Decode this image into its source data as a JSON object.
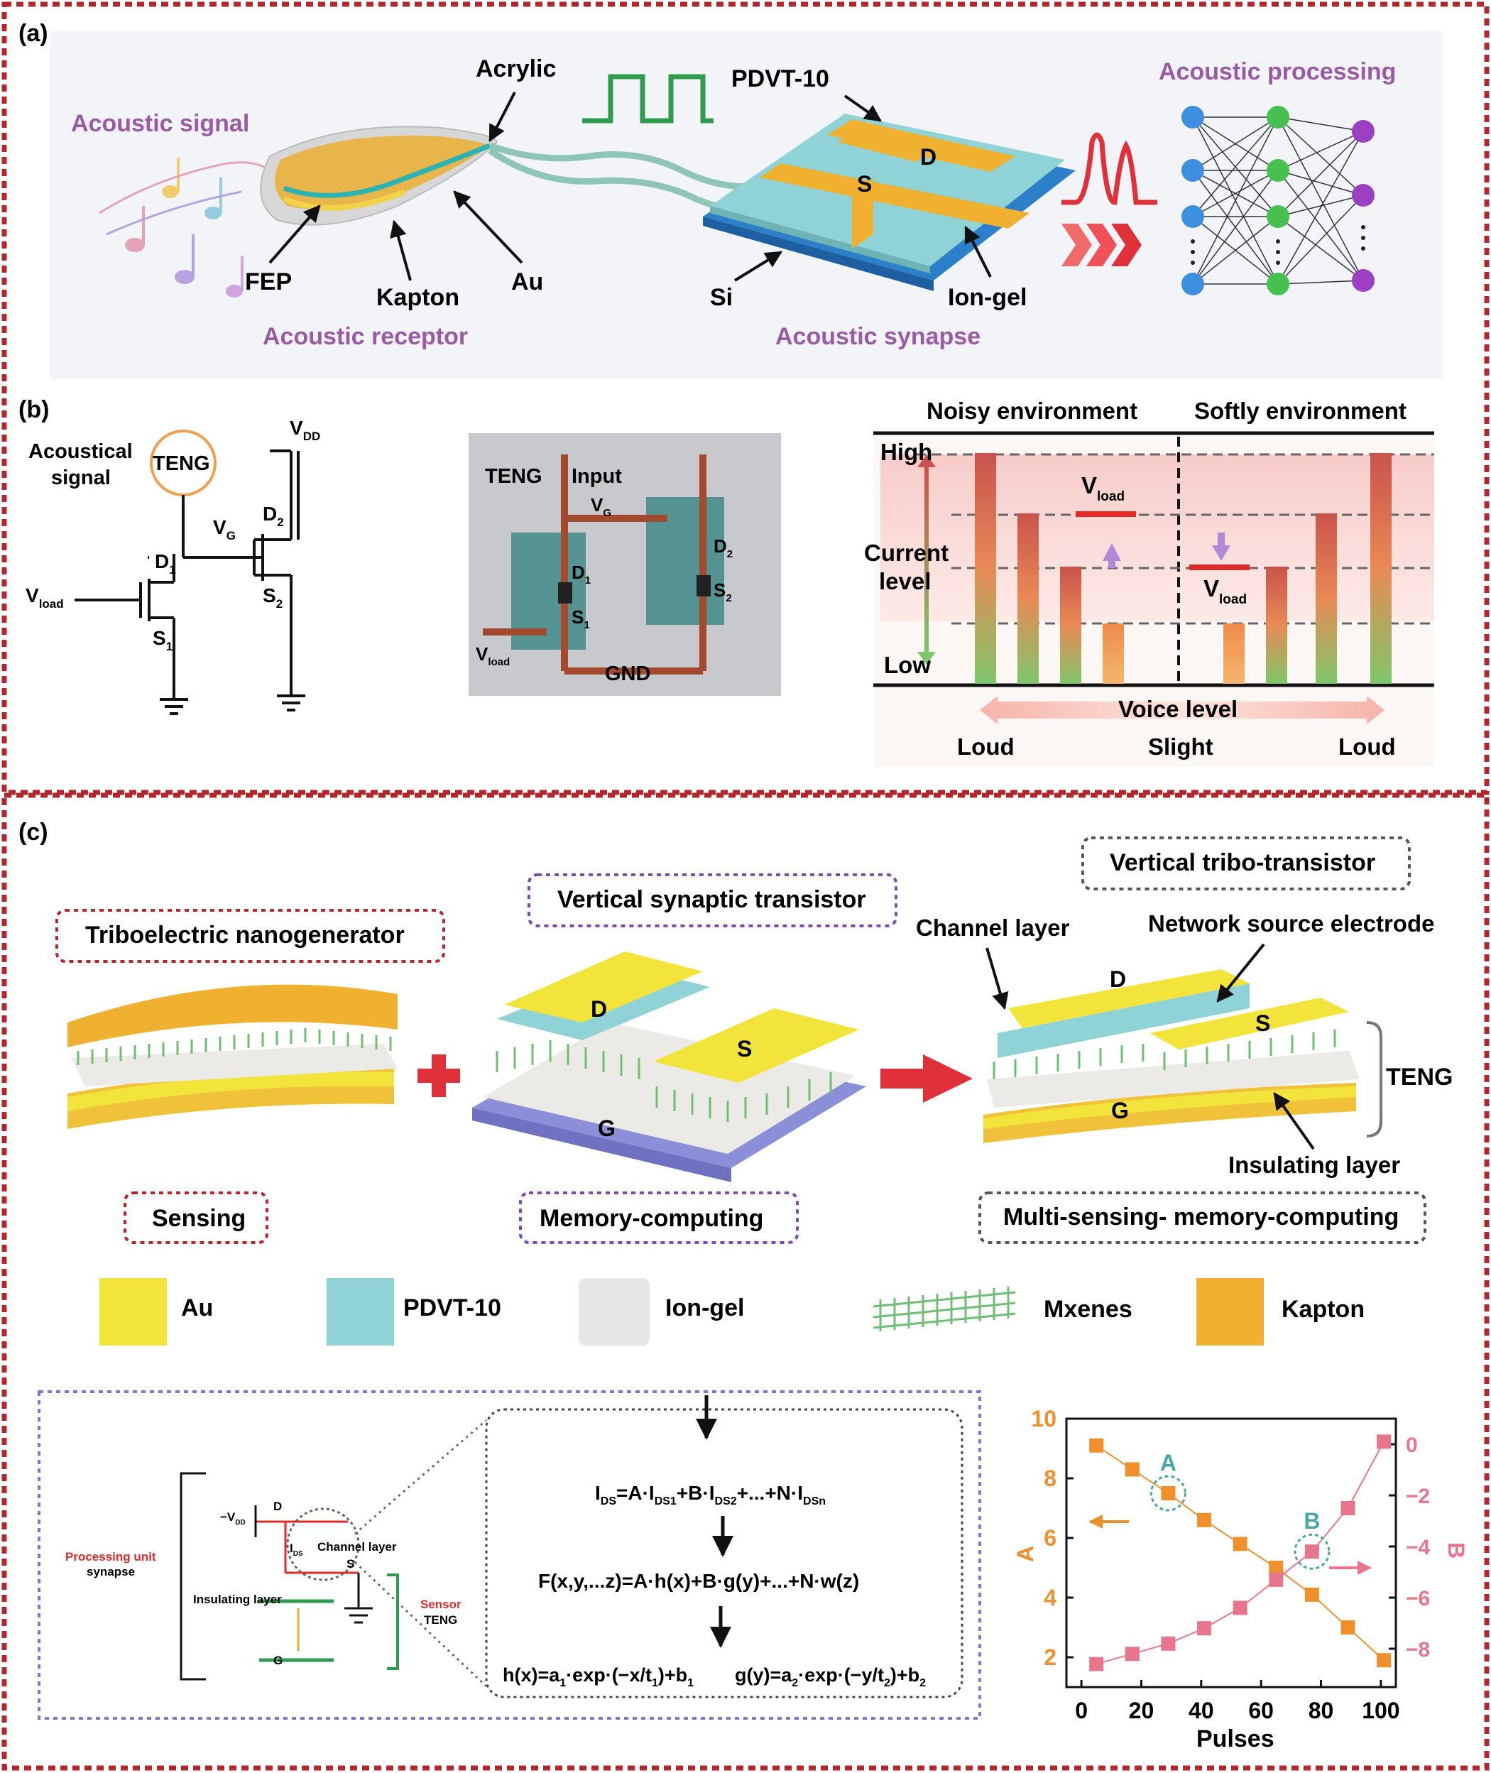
{
  "colors": {
    "frame_red": "#b3262b",
    "purple_label": "#9b5aa6",
    "au": "#f2e43a",
    "pdvt": "#8fd3d6",
    "iongel": "#e6e6e6",
    "kapton": "#efb12f",
    "si_blue": "#2c7fc9",
    "trace": "#a24a2e",
    "orange_axis": "#f0902c",
    "pink_axis": "#e8758c",
    "teal_circle": "#4aa7a7"
  },
  "panel_a": {
    "label": "(a)",
    "acoustic_signal": "Acoustic signal",
    "acrylic": "Acrylic",
    "fep": "FEP",
    "kapton": "Kapton",
    "au": "Au",
    "acoustic_receptor": "Acoustic receptor",
    "pdvt10": "PDVT-10",
    "drain": "D",
    "source": "S",
    "si": "Si",
    "iongel": "Ion-gel",
    "acoustic_synapse": "Acoustic synapse",
    "acoustic_processing": "Acoustic processing"
  },
  "panel_b": {
    "label": "(b)",
    "acoustical_signal_line1": "Acoustical",
    "acoustical_signal_line2": "signal",
    "teng": "TENG",
    "vdd": "V",
    "vdd_sub": "DD",
    "vg": "V",
    "vg_sub": "G",
    "d1": "D",
    "d1_sub": "1",
    "d2": "D",
    "d2_sub": "2",
    "s1": "S",
    "s1_sub": "1",
    "s2": "S",
    "s2_sub": "2",
    "vload": "V",
    "vload_sub": "load",
    "photo_teng": "TENG",
    "photo_input": "Input",
    "photo_gnd": "GND",
    "noisy": "Noisy environment",
    "softly": "Softly environment",
    "high": "High",
    "low": "Low",
    "current_level_1": "Current",
    "current_level_2": "level",
    "voice_level": "Voice level",
    "loud_left": "Loud",
    "slight": "Slight",
    "loud_right": "Loud"
  },
  "panel_c": {
    "label": "(c)",
    "triboelectric_nanogenerator": "Triboelectric nanogenerator",
    "vertical_synaptic_transistor": "Vertical synaptic transistor",
    "vertical_tribo_transistor": "Vertical tribo-transistor",
    "channel_layer": "Channel layer",
    "network_source_electrode": "Network source electrode",
    "d": "D",
    "s": "S",
    "g": "G",
    "teng": "TENG",
    "insulating_layer": "Insulating layer",
    "sensing": "Sensing",
    "memory_computing": "Memory-computing",
    "multi_sensing": "Multi-sensing- memory-computing",
    "legend": [
      {
        "name": "Au",
        "color": "#f2e43a"
      },
      {
        "name": "PDVT-10",
        "color": "#8fd3d6"
      },
      {
        "name": "Ion-gel",
        "color": "#e6e6e6"
      },
      {
        "name": "Mxenes",
        "color": "#6fbf73"
      },
      {
        "name": "Kapton",
        "color": "#efb12f"
      }
    ],
    "circuit": {
      "processing_unit": "Processing unit",
      "synapse": "synapse",
      "neg_vdd": "−V",
      "neg_vdd_sub": "DD",
      "d": "D",
      "ids": "I",
      "ids_sub": "DS",
      "channel_layer": "Channel layer",
      "s": "S",
      "insulating_layer": "Insulating layer",
      "g": "G",
      "sensor": "Sensor",
      "teng": "TENG"
    },
    "equations": {
      "eq1": "I_DS=A·I_DS1+B·I_DS2+...+N·I_DSn",
      "eq2": "F(x,y,...z)=A·h(x)+B·g(y)+...+N·w(z)",
      "eq3a": "h(x)=a_1·exp·(−x/t_1)+b_1",
      "eq3b": "g(y)=a_2·exp·(−y/t_2)+b_2"
    }
  },
  "chart_data": {
    "type": "scatter",
    "xlabel": "Pulses",
    "ylabel_left": "A",
    "ylabel_right": "B",
    "xlim": [
      -5,
      105
    ],
    "ylim_left": [
      1,
      10
    ],
    "ylim_right": [
      -9.5,
      1
    ],
    "x_ticks": [
      0,
      20,
      40,
      60,
      80,
      100
    ],
    "y_left_ticks": [
      2,
      4,
      6,
      8,
      10
    ],
    "y_right_ticks": [
      0,
      -2,
      -4,
      -6,
      -8
    ],
    "series": [
      {
        "name": "A",
        "axis": "left",
        "color": "#f0902c",
        "x": [
          5,
          17,
          29,
          41,
          53,
          65,
          77,
          89,
          101
        ],
        "y": [
          9.1,
          8.3,
          7.5,
          6.6,
          5.8,
          5.0,
          4.1,
          3.0,
          1.9
        ]
      },
      {
        "name": "B",
        "axis": "right",
        "color": "#e8758c",
        "x": [
          5,
          17,
          29,
          41,
          53,
          65,
          77,
          89,
          101
        ],
        "y": [
          -8.6,
          -8.2,
          -7.8,
          -7.2,
          -6.4,
          -5.3,
          -4.2,
          -2.5,
          0.1
        ]
      }
    ],
    "annotations": [
      {
        "text": "A",
        "x": 29
      },
      {
        "text": "B",
        "x": 77
      }
    ]
  }
}
